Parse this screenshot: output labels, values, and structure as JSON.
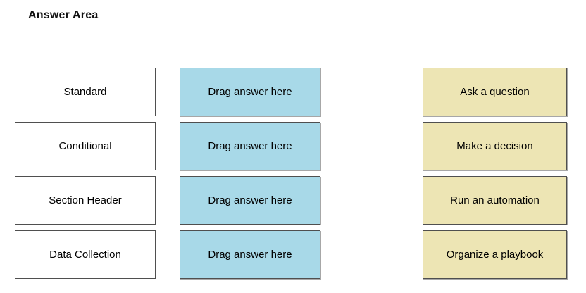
{
  "title": "Answer Area",
  "colors": {
    "source_box_bg": "#ffffff",
    "drop_zone_bg": "#a8d9e8",
    "answer_option_bg": "#ede5b4",
    "box_border": "#4f4f4f",
    "text": "#000000"
  },
  "rows": [
    {
      "source": "Standard",
      "drop": "Drag answer here",
      "answer": "Ask a question"
    },
    {
      "source": "Conditional",
      "drop": "Drag answer here",
      "answer": "Make a decision"
    },
    {
      "source": "Section Header",
      "drop": "Drag answer here",
      "answer": "Run an automation"
    },
    {
      "source": "Data Collection",
      "drop": "Drag answer here",
      "answer": "Organize a playbook"
    }
  ]
}
